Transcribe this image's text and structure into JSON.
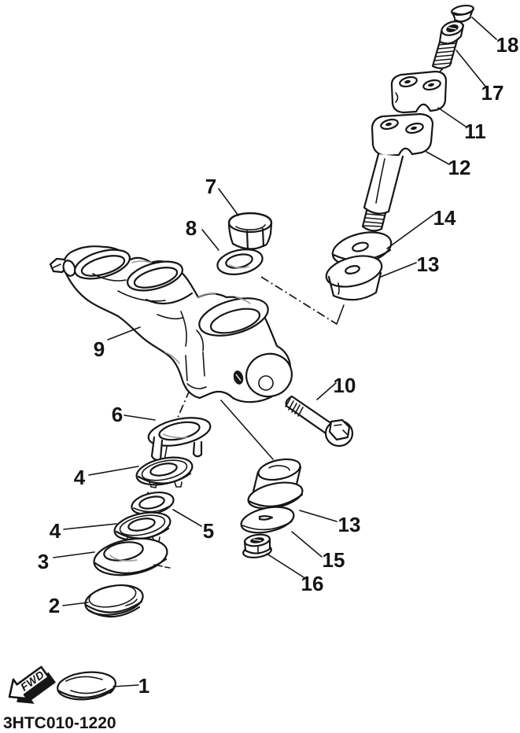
{
  "figure": {
    "part_code": "3HTC010-1220",
    "direction_label": "FWD"
  },
  "callouts": [
    {
      "label": "18"
    },
    {
      "label": "17"
    },
    {
      "label": "11"
    },
    {
      "label": "12"
    },
    {
      "label": "14"
    },
    {
      "label": "13"
    },
    {
      "label": "7"
    },
    {
      "label": "8"
    },
    {
      "label": "9"
    },
    {
      "label": "10"
    },
    {
      "label": "6"
    },
    {
      "label": "4"
    },
    {
      "label": "5"
    },
    {
      "label": "4"
    },
    {
      "label": "3"
    },
    {
      "label": "2"
    },
    {
      "label": "13"
    },
    {
      "label": "15"
    },
    {
      "label": "16"
    },
    {
      "label": "1"
    }
  ]
}
